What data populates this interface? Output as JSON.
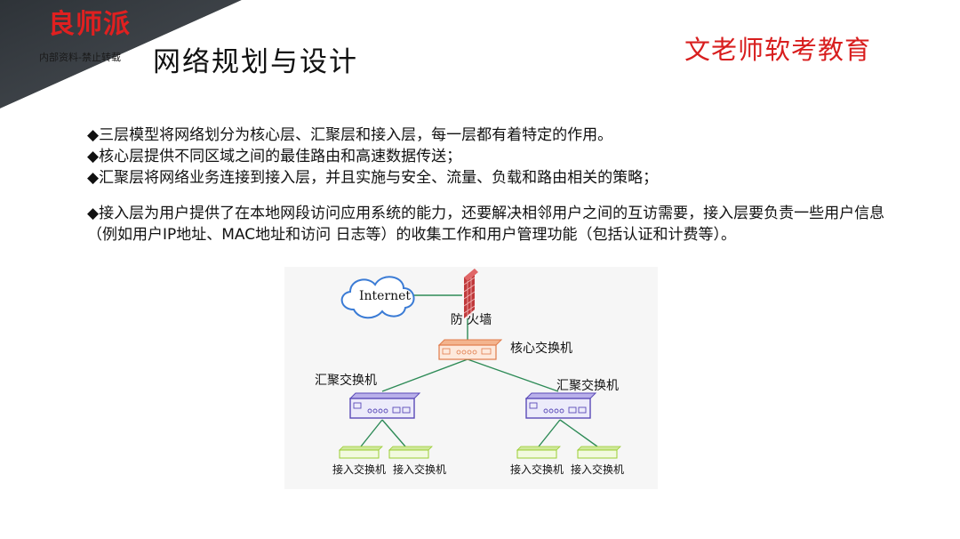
{
  "header": {
    "logo_text": "良师派",
    "watermark_text": "内部资料-禁止转载",
    "title": "网络规划与设计",
    "brand_text": "文老师软考教育"
  },
  "content": {
    "bullet_1": "◆三层模型将网络划分为核心层、汇聚层和接入层，每一层都有着特定的作用。",
    "bullet_2": "◆核心层提供不同区域之间的最佳路由和高速数据传送；",
    "bullet_3": "◆汇聚层将网络业务连接到接入层，并且实施与安全、流量、负载和路由相关的策略；",
    "bullet_4": "◆接入层为用户提供了在本地网段访问应用系统的能力，还要解决相邻用户之间的互访需要，接入层要负责一些用户信息（例如用户IP地址、MAC地址和访问 日志等）的收集工作和用户管理功能（包括认证和计费等）。"
  },
  "diagram": {
    "internet_label": "Internet",
    "firewall_label": "防 火墙",
    "core_label": "核心交换机",
    "agg_left_label": "汇聚交换机",
    "agg_right_label": "汇聚交换机",
    "access_1_label": "接入交换机",
    "access_2_label": "接入交换机",
    "access_3_label": "接入交换机",
    "access_4_label": "接入交换机"
  },
  "colors": {
    "logo_red": "#e02020",
    "brand_red": "#d81e1e",
    "band_dark": "#3a3f44",
    "core_switch": "#e07b4a",
    "agg_switch": "#5a4ab8",
    "access_switch": "#9acd32",
    "link_line": "#2e8b57",
    "firewall": "#c0393b"
  }
}
